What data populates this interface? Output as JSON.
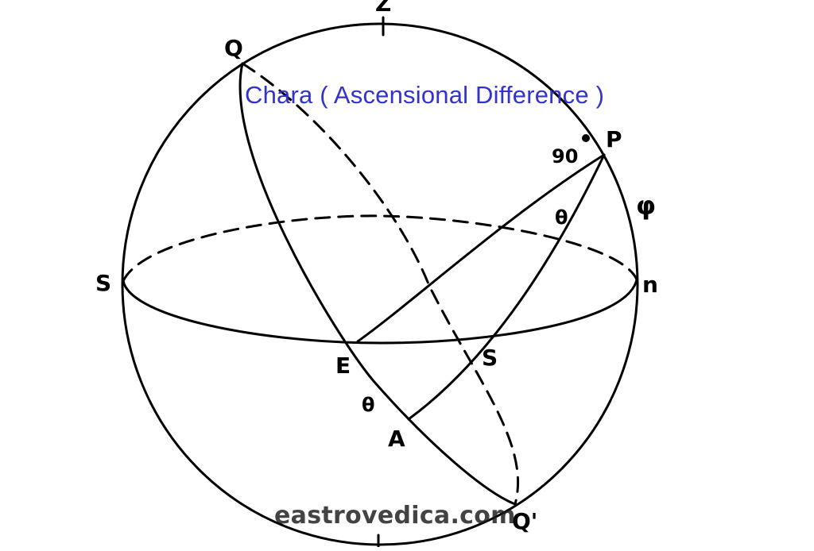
{
  "title": "Chara ( Ascensional Difference )",
  "watermark": "eastrovedica.com",
  "labels": {
    "zenith": "Z",
    "Q": "Q",
    "P": "P",
    "angle_90": "90",
    "phi": "φ",
    "theta_upper": "θ",
    "south": "S",
    "north": "n",
    "E": "E",
    "S_point": "S",
    "theta_lower": "θ",
    "A": "A",
    "Q_prime": "Q'"
  },
  "colors": {
    "title": "#3333cc",
    "line": "#000000",
    "watermark": "#1a1a1a",
    "background": "#ffffff"
  }
}
